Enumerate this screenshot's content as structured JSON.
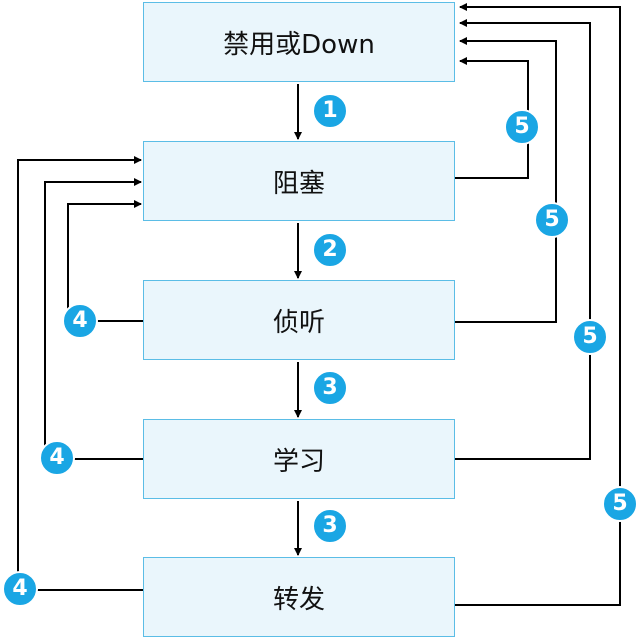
{
  "states": [
    {
      "id": "disabled",
      "label": "禁用或Down"
    },
    {
      "id": "blocking",
      "label": "阻塞"
    },
    {
      "id": "listening",
      "label": "侦听"
    },
    {
      "id": "learning",
      "label": "学习"
    },
    {
      "id": "forwarding",
      "label": "转发"
    }
  ],
  "transitions": [
    {
      "from": "disabled",
      "to": "blocking",
      "step": "1"
    },
    {
      "from": "blocking",
      "to": "listening",
      "step": "2"
    },
    {
      "from": "listening",
      "to": "learning",
      "step": "3"
    },
    {
      "from": "learning",
      "to": "forwarding",
      "step": "3"
    },
    {
      "from": "listening",
      "to": "blocking",
      "step": "4"
    },
    {
      "from": "learning",
      "to": "blocking",
      "step": "4"
    },
    {
      "from": "forwarding",
      "to": "blocking",
      "step": "4"
    },
    {
      "from": "blocking",
      "to": "disabled",
      "step": "5"
    },
    {
      "from": "listening",
      "to": "disabled",
      "step": "5"
    },
    {
      "from": "learning",
      "to": "disabled",
      "step": "5"
    },
    {
      "from": "forwarding",
      "to": "disabled",
      "step": "5"
    }
  ],
  "colors": {
    "box_fill": "#eaf6fc",
    "box_border": "#5bbde6",
    "badge_fill": "#1aa6e4",
    "line": "#000000"
  }
}
